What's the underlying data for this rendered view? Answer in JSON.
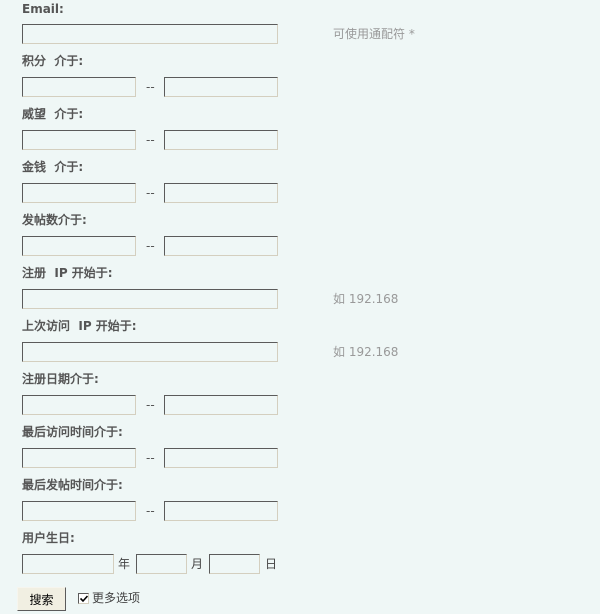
{
  "form": {
    "email": {
      "label": "Email:",
      "value": "",
      "hint": "可使用通配符 *"
    },
    "credits": {
      "label": "积分  介于:",
      "min": "",
      "max": "",
      "separator": "--"
    },
    "prestige": {
      "label": "威望  介于:",
      "min": "",
      "max": "",
      "separator": "--"
    },
    "money": {
      "label": "金钱  介于:",
      "min": "",
      "max": "",
      "separator": "--"
    },
    "posts": {
      "label": "发帖数介于:",
      "min": "",
      "max": "",
      "separator": "--"
    },
    "reg_ip": {
      "label": "注册  IP 开始于:",
      "value": "",
      "hint": "如 192.168"
    },
    "last_ip": {
      "label": "上次访问  IP 开始于:",
      "value": "",
      "hint": "如 192.168"
    },
    "reg_date": {
      "label": "注册日期介于:",
      "min": "",
      "max": "",
      "separator": "--"
    },
    "last_visit": {
      "label": "最后访问时间介于:",
      "min": "",
      "max": "",
      "separator": "--"
    },
    "last_post": {
      "label": "最后发帖时间介于:",
      "min": "",
      "max": "",
      "separator": "--"
    },
    "birthday": {
      "label": "用户生日:",
      "year": "",
      "month": "",
      "day": "",
      "year_unit": "年",
      "month_unit": "月",
      "day_unit": "日"
    },
    "search_button": "搜索",
    "more_options": {
      "label": "更多选项",
      "checked": true
    }
  }
}
